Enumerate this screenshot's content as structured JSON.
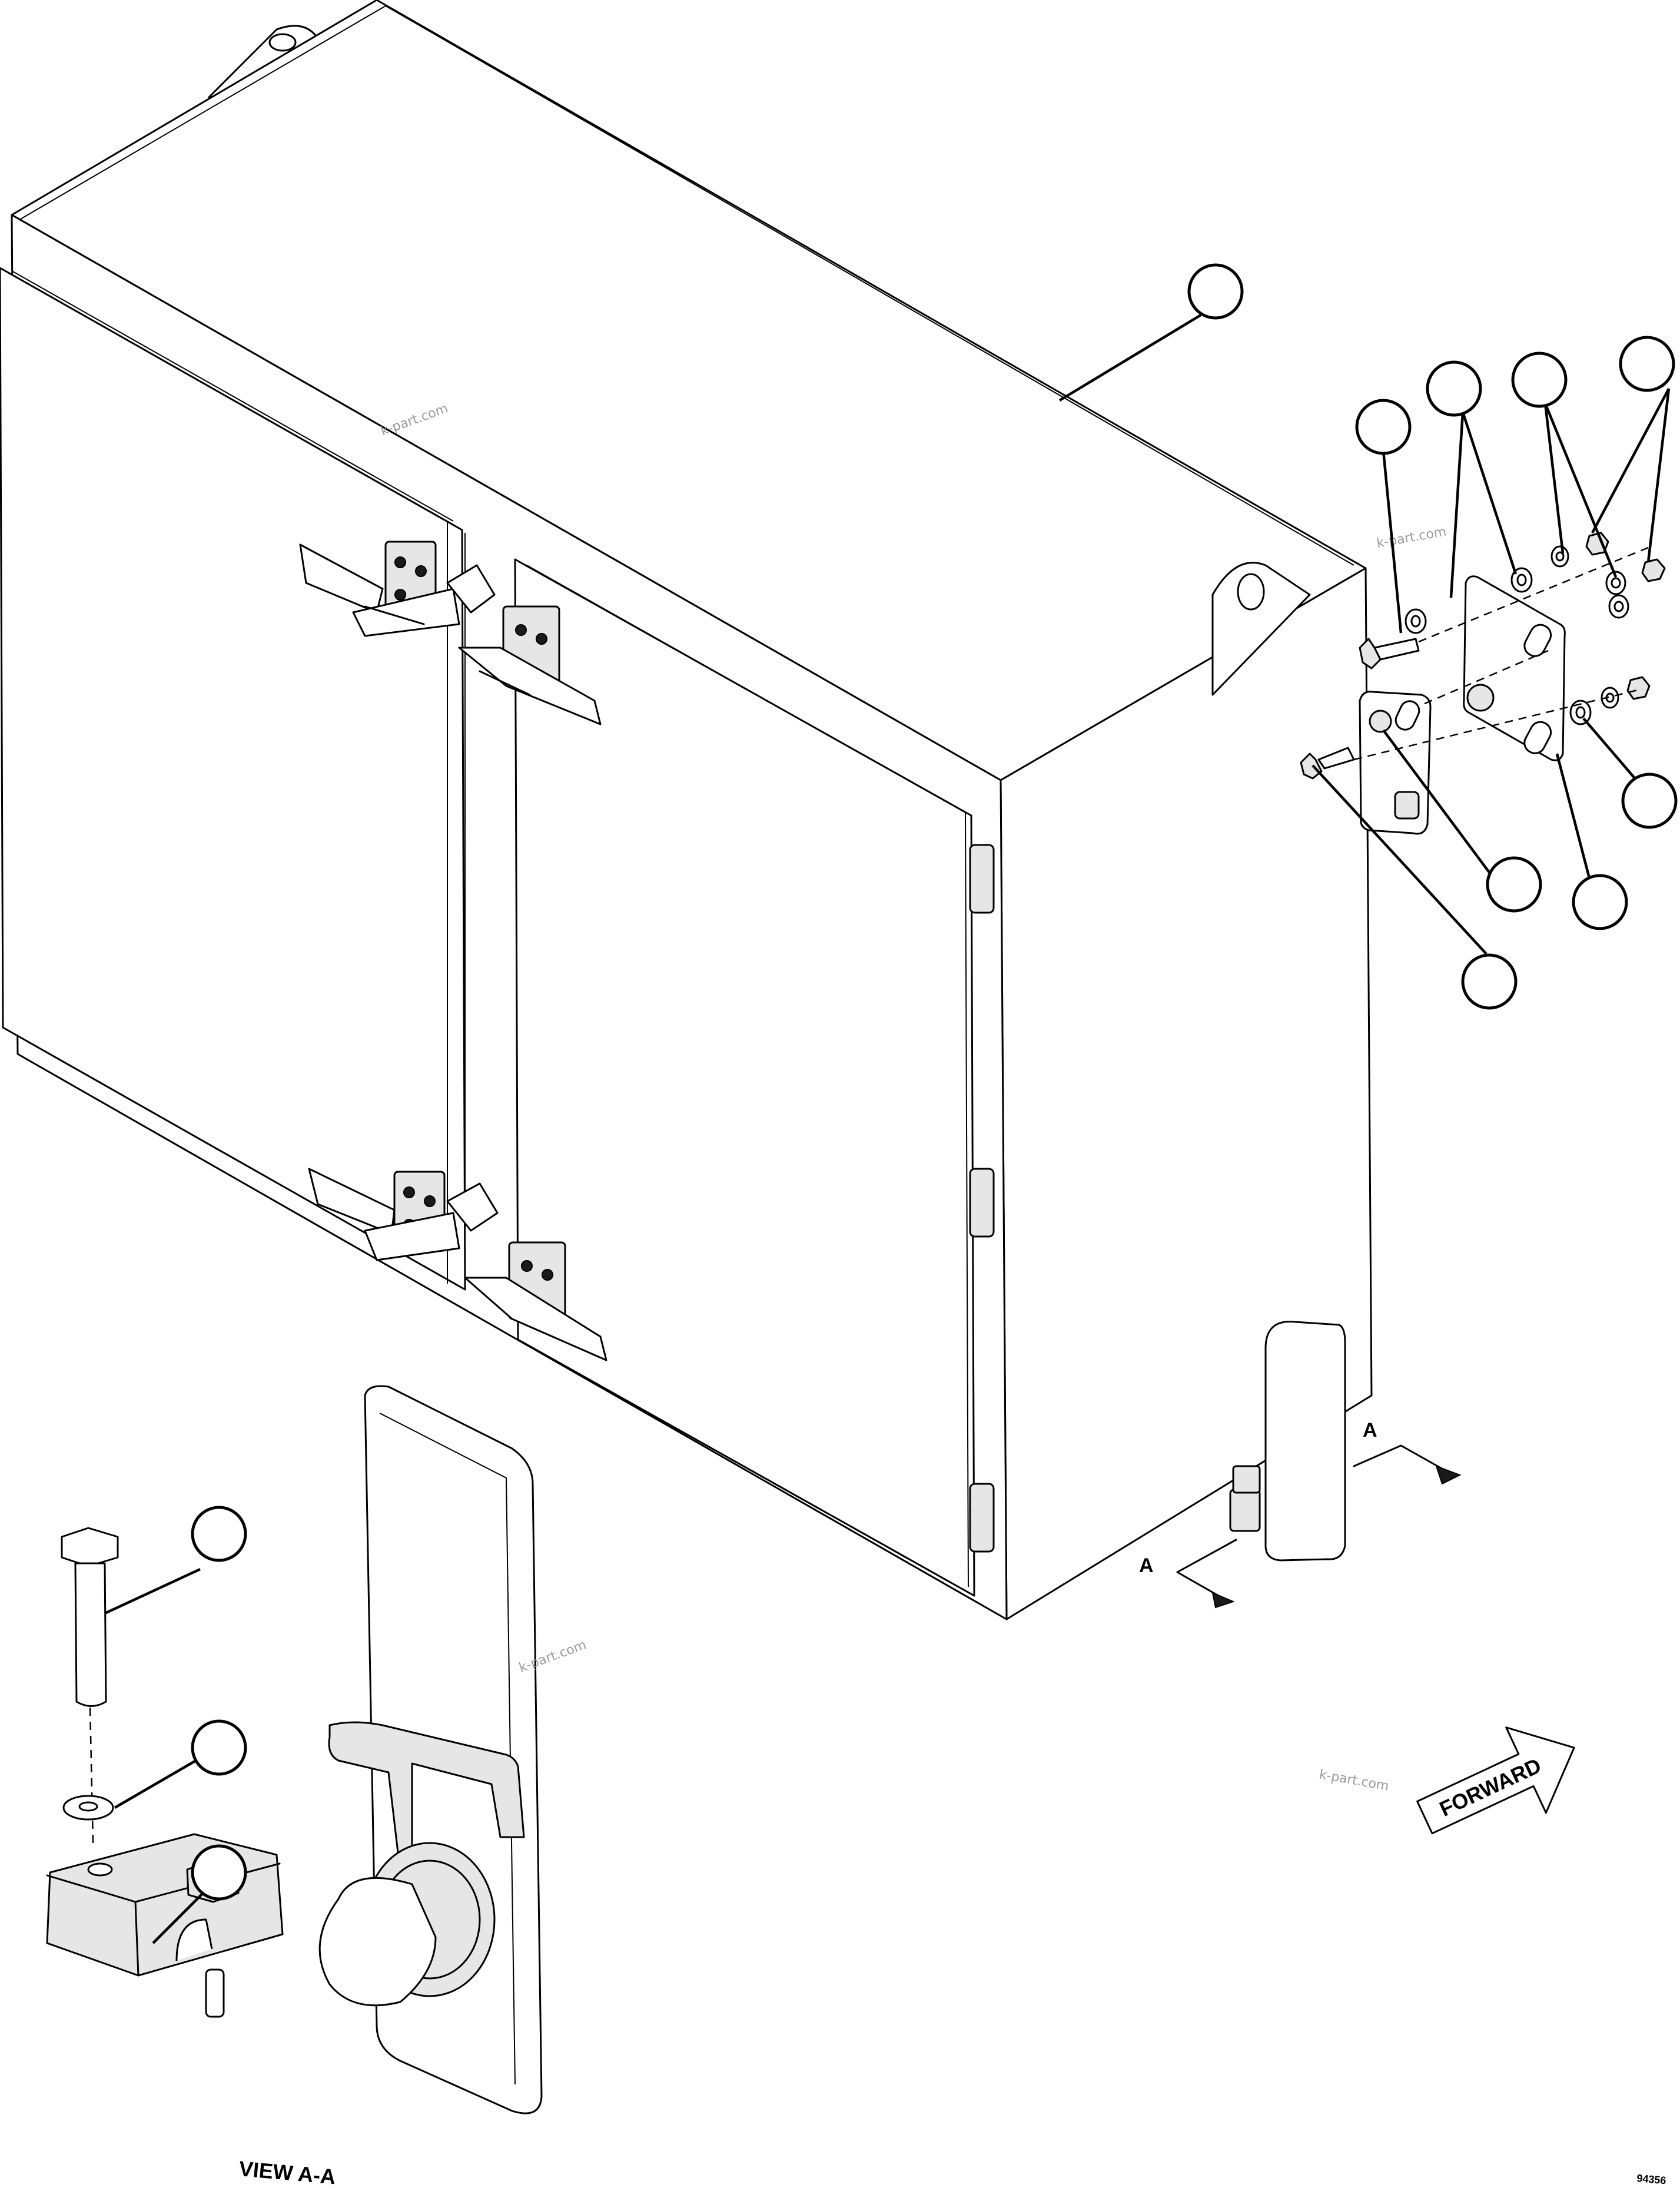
{
  "section_marker": "A",
  "view_caption": "VIEW A-A",
  "forward_label": "FORWARD",
  "drawing_number": "94356",
  "watermark": "k-part.com",
  "balloons": [
    {
      "id": "enclosure",
      "label": ""
    },
    {
      "id": "bolt-upper",
      "label": ""
    },
    {
      "id": "washer-upper-left",
      "label": ""
    },
    {
      "id": "washer-upper-mid",
      "label": ""
    },
    {
      "id": "nut-upper-right",
      "label": ""
    },
    {
      "id": "washer-right",
      "label": ""
    },
    {
      "id": "bracket-rear",
      "label": ""
    },
    {
      "id": "bracket-front",
      "label": ""
    },
    {
      "id": "bolt-lower",
      "label": ""
    },
    {
      "id": "latch-bolt",
      "label": ""
    },
    {
      "id": "latch-washer",
      "label": ""
    },
    {
      "id": "latch-clamp",
      "label": ""
    }
  ]
}
